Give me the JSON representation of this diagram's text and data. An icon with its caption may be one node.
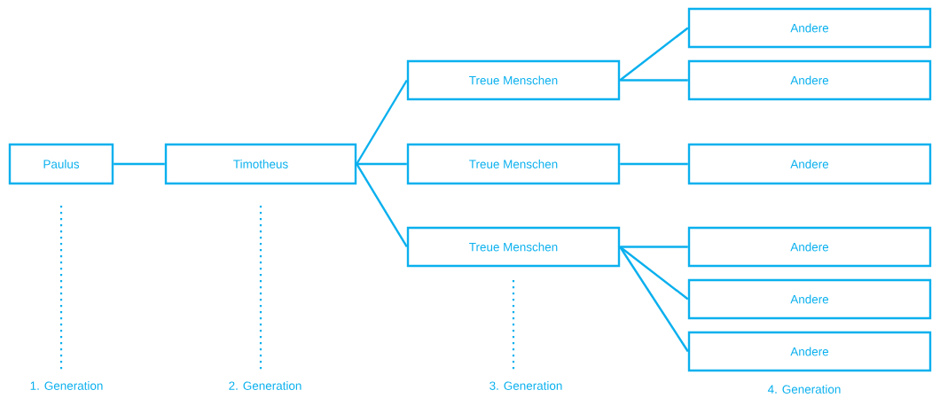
{
  "diagram": {
    "nodes": [
      {
        "text": [
          "Paulus"
        ]
      },
      {
        "text": [
          "Timotheus"
        ]
      },
      {
        "text": [
          "Treue Menschen"
        ]
      },
      {
        "text": [
          "Treue Menschen"
        ]
      },
      {
        "text": [
          "Treue Menschen"
        ]
      },
      {
        "text": [
          "Andere"
        ]
      },
      {
        "text": [
          "Andere"
        ]
      },
      {
        "text": [
          "Andere"
        ]
      },
      {
        "text": [
          "Andere"
        ]
      },
      {
        "text": [
          "Andere"
        ]
      },
      {
        "text": [
          "Andere"
        ]
      }
    ],
    "edges": [
      {
        "from": 0,
        "to": 1,
        "arrow": "none"
      },
      {
        "from": 1,
        "to": 2,
        "arrow": "none"
      },
      {
        "from": 1,
        "to": 3,
        "arrow": "none"
      },
      {
        "from": 1,
        "to": 4,
        "arrow": "none"
      },
      {
        "from": 2,
        "to": 5,
        "arrow": "none"
      },
      {
        "from": 2,
        "to": 6,
        "arrow": "none"
      },
      {
        "from": 3,
        "to": 7,
        "arrow": "none"
      },
      {
        "from": 4,
        "to": 8,
        "arrow": "none"
      },
      {
        "from": 4,
        "to": 9,
        "arrow": "none"
      },
      {
        "from": 4,
        "to": 10,
        "arrow": "none"
      }
    ],
    "labels": [
      "1. Generation",
      "2. Generation",
      "3. Generation",
      "4. Generation"
    ]
  }
}
